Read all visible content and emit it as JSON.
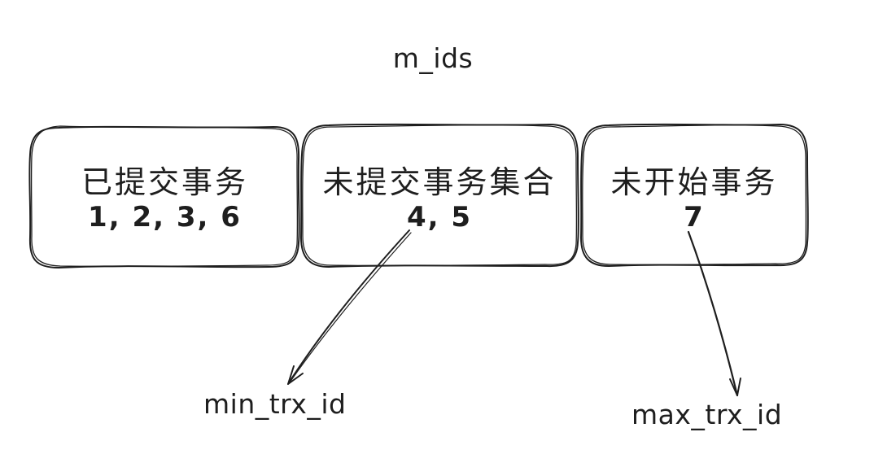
{
  "diagram": {
    "top_label": "m_ids",
    "boxes": [
      {
        "title": "已提交事务",
        "values": "1, 2, 3, 6"
      },
      {
        "title": "未提交事务集合",
        "values": "4, 5"
      },
      {
        "title": "未开始事务",
        "values": "7"
      }
    ],
    "pointer_labels": {
      "min": "min_trx_id",
      "max": "max_trx_id"
    },
    "colors": {
      "stroke": "#1e1e1e",
      "background": "#ffffff"
    }
  }
}
